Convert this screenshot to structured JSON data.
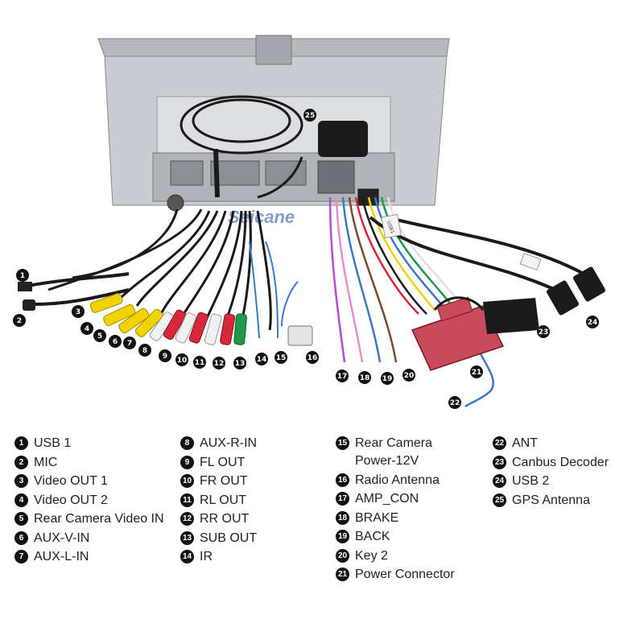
{
  "watermark": "Seicane",
  "usb_connector_label": "USB1",
  "legend": [
    {
      "num": "1",
      "label": "USB 1"
    },
    {
      "num": "2",
      "label": "MIC"
    },
    {
      "num": "3",
      "label": "Video OUT 1"
    },
    {
      "num": "4",
      "label": "Video OUT 2"
    },
    {
      "num": "5",
      "label": "Rear Camera Video IN"
    },
    {
      "num": "6",
      "label": "AUX-V-IN"
    },
    {
      "num": "7",
      "label": "AUX-L-IN"
    },
    {
      "num": "8",
      "label": "AUX-R-IN"
    },
    {
      "num": "9",
      "label": "FL OUT"
    },
    {
      "num": "10",
      "label": "FR OUT"
    },
    {
      "num": "11",
      "label": "RL OUT"
    },
    {
      "num": "12",
      "label": "RR OUT"
    },
    {
      "num": "13",
      "label": "SUB OUT"
    },
    {
      "num": "14",
      "label": "IR"
    },
    {
      "num": "15",
      "label": "Rear Camera",
      "label2": "Power-12V"
    },
    {
      "num": "16",
      "label": "Radio Antenna"
    },
    {
      "num": "17",
      "label": "AMP_CON"
    },
    {
      "num": "18",
      "label": "BRAKE"
    },
    {
      "num": "19",
      "label": "BACK"
    },
    {
      "num": "20",
      "label": "Key 2"
    },
    {
      "num": "21",
      "label": "Power Connector"
    },
    {
      "num": "22",
      "label": "ANT"
    },
    {
      "num": "23",
      "label": "Canbus Decoder"
    },
    {
      "num": "24",
      "label": "USB 2"
    },
    {
      "num": "25",
      "label": "GPS Antenna"
    }
  ],
  "colors": {
    "rca_yellow": "#f2d200",
    "rca_white": "#f0f0f0",
    "rca_red": "#d8263a",
    "rca_green": "#1c9a4a",
    "power_connector": "#c94a58",
    "cable": "#1a1a1a",
    "panel": "#c9ccd0"
  }
}
